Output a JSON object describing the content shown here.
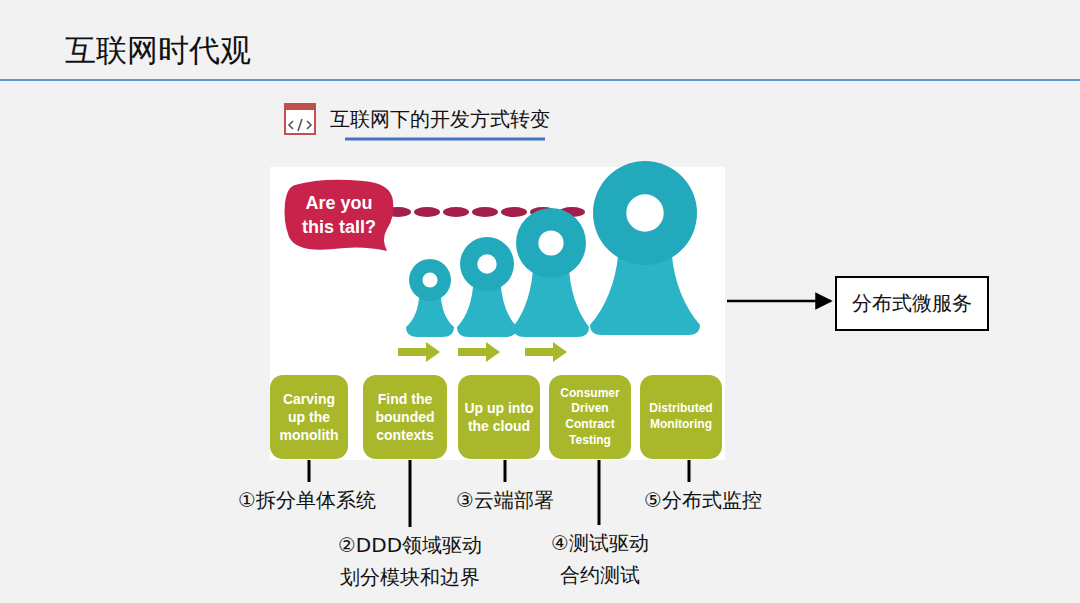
{
  "diagram": {
    "title": "互联网时代观",
    "nodes": [
      {
        "text": [
          "Are you this tall?"
        ]
      },
      {
        "text": [
          "Carving up the monolith"
        ]
      },
      {
        "text": [
          "Find the bounded contexts"
        ]
      },
      {
        "text": [
          "Up up into the cloud"
        ]
      },
      {
        "text": [
          "Consumer Driven Contract Testing"
        ]
      },
      {
        "text": [
          "Distributed Monitoring"
        ]
      },
      {
        "text": [
          "分布式微服务"
        ]
      }
    ],
    "labels": [
      "互联网下的开发方式转变",
      "①拆分单体系统",
      "②DDD领域驱动 划分模块和边界",
      "③云端部署",
      "④测试驱动 合约测试",
      "⑤分布式监控"
    ]
  }
}
